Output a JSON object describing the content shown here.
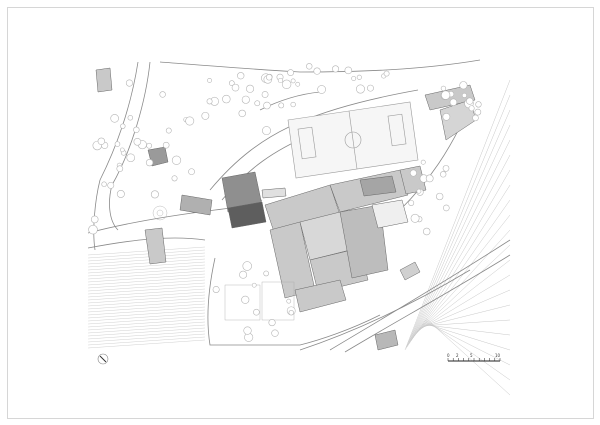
{
  "scale_bar": {
    "labels": [
      "0",
      "2",
      "5",
      "10"
    ]
  },
  "colors": {
    "building": "#8f8f8f",
    "building_light": "#c9c9c9",
    "line": "#9a9a9a",
    "tree": "#bdbdbd"
  }
}
